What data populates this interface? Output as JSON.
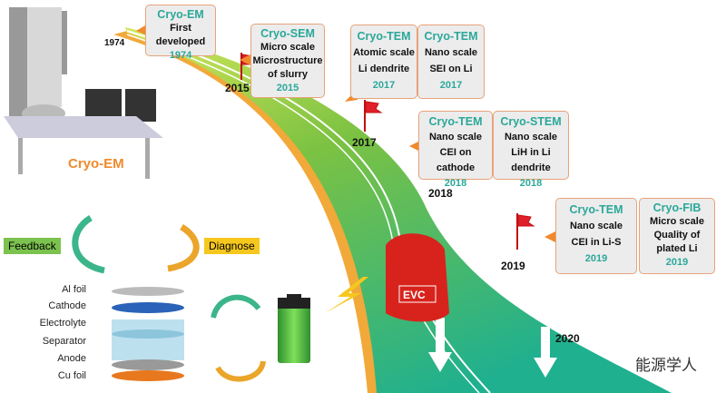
{
  "microscope_label": "Cryo-EM",
  "cycle": {
    "feedback": "Feedback",
    "diagnose": "Diagnose"
  },
  "battery_layers": [
    "Al foil",
    "Cathode",
    "Electrolyte",
    "Separator",
    "Anode",
    "Cu foil"
  ],
  "car_label": "EVC",
  "years": [
    "1974",
    "2015",
    "2017",
    "2018",
    "2019",
    "2020"
  ],
  "milestones": [
    {
      "technique": "Cryo-EM",
      "lines": [
        "First developed"
      ],
      "year": "1974"
    },
    {
      "technique": "Cryo-SEM",
      "lines": [
        "Micro scale",
        "Microstructure",
        "of slurry"
      ],
      "year": "2015"
    },
    {
      "technique": "Cryo-TEM",
      "lines": [
        "Atomic scale",
        "Li dendrite"
      ],
      "year": "2017"
    },
    {
      "technique": "Cryo-TEM",
      "lines": [
        "Nano scale",
        "SEI on Li"
      ],
      "year": "2017"
    },
    {
      "technique": "Cryo-TEM",
      "lines": [
        "Nano scale",
        "CEI on cathode"
      ],
      "year": "2018"
    },
    {
      "technique": "Cryo-STEM",
      "lines": [
        "Nano scale",
        "LiH in Li dendrite"
      ],
      "year": "2018"
    },
    {
      "technique": "Cryo-TEM",
      "lines": [
        "Nano scale",
        "CEI in Li-S"
      ],
      "year": "2019"
    },
    {
      "technique": "Cryo-FIB",
      "lines": [
        "Micro scale",
        "Quality of",
        "plated Li"
      ],
      "year": "2019"
    }
  ],
  "watermark": "能源学人",
  "colors": {
    "accent": "#2aa89a",
    "road": "#7cc242",
    "flag": "#e0202a",
    "pointer": "#f08a2c"
  }
}
